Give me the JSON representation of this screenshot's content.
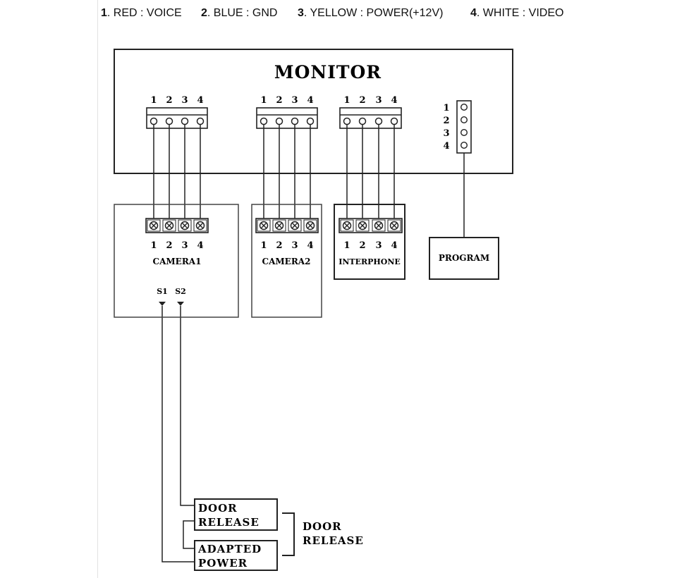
{
  "legend": [
    {
      "num": "1",
      "text": ". RED : VOICE"
    },
    {
      "num": "2",
      "text": ". BLUE : GND"
    },
    {
      "num": "3",
      "text": ". YELLOW : POWER(+12V)"
    },
    {
      "num": "4",
      "text": ". WHITE : VIDEO"
    }
  ],
  "monitor": {
    "title": "MONITOR"
  },
  "pins": [
    "1",
    "2",
    "3",
    "4"
  ],
  "devices": {
    "camera1": "CAMERA1",
    "camera2": "CAMERA2",
    "interphone": "INTERPHONE",
    "program": "PROGRAM"
  },
  "switches": {
    "s1": "S1",
    "s2": "S2"
  },
  "door_release_box": [
    "DOOR",
    "RELEASE"
  ],
  "adapted_power_box": [
    "ADAPTED",
    "POWER"
  ],
  "door_release_group": [
    "DOOR",
    "RELEASE"
  ]
}
